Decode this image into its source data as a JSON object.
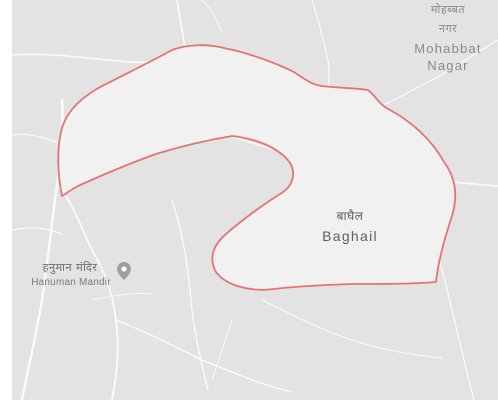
{
  "map": {
    "colors": {
      "land": "#e3e3e3",
      "roads": "#ffffff",
      "boundary_stroke": "#e57373",
      "boundary_fill": "#f2f2f2",
      "poi_pin": "#9e9e9e",
      "label_text": "#6a6a6a"
    },
    "places": {
      "mohabbat_nagar": {
        "name_local_line1": "मोहब्बत",
        "name_local_line2": "नगर",
        "name_en_line1": "Mohabbat",
        "name_en_line2": "Nagar"
      },
      "baghail": {
        "name_local": "बाघैल",
        "name_en": "Baghail"
      }
    },
    "poi": {
      "hanuman_mandir": {
        "name_local": "हनुमान मंदिर",
        "name_en": "Hanuman Mandir",
        "icon": "map-pin-icon"
      }
    },
    "highlighted_region": "Baghail"
  }
}
